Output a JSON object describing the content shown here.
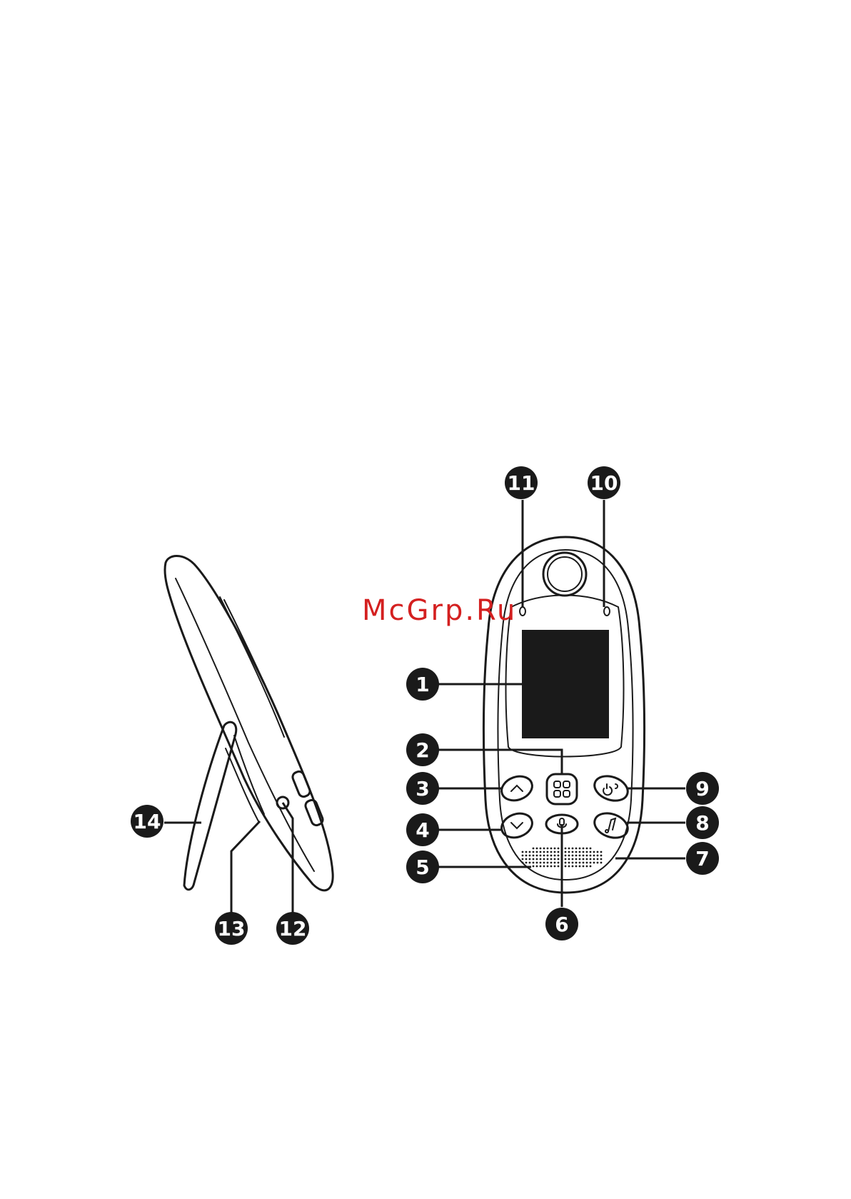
{
  "watermark": "McGrp.Ru",
  "callouts": [
    {
      "id": "c1",
      "label": "1"
    },
    {
      "id": "c2",
      "label": "2"
    },
    {
      "id": "c3",
      "label": "3"
    },
    {
      "id": "c4",
      "label": "4"
    },
    {
      "id": "c5",
      "label": "5"
    },
    {
      "id": "c6",
      "label": "6"
    },
    {
      "id": "c7",
      "label": "7"
    },
    {
      "id": "c8",
      "label": "8"
    },
    {
      "id": "c9",
      "label": "9"
    },
    {
      "id": "c10",
      "label": "10"
    },
    {
      "id": "c11",
      "label": "11"
    },
    {
      "id": "c12",
      "label": "12"
    },
    {
      "id": "c13",
      "label": "13"
    },
    {
      "id": "c14",
      "label": "14"
    }
  ],
  "icons": {
    "up": "chevron-up-icon",
    "down": "chevron-down-icon",
    "menu": "grid-menu-icon",
    "talk": "microphone-icon",
    "power": "power-icon",
    "music": "music-note-icon"
  }
}
